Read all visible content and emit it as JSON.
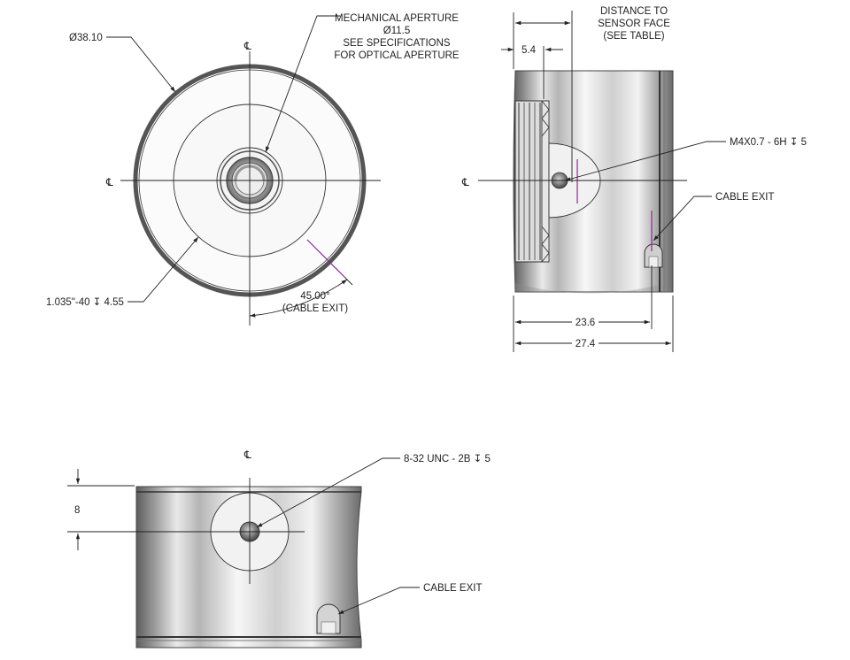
{
  "labels": {
    "diameter_outer": "Ø38.10",
    "mech_aperture_1": "MECHANICAL APERTURE",
    "mech_aperture_2": "Ø11.5",
    "mech_aperture_3": "SEE SPECIFICATIONS",
    "mech_aperture_4": "FOR OPTICAL APERTURE",
    "thread_front": "1.035\"-40  ↧ 4.55",
    "angle_value": "45.00°",
    "angle_note": "(CABLE EXIT)",
    "distance_1": "DISTANCE TO",
    "distance_2": "SENSOR FACE",
    "distance_3": "(SEE TABLE)",
    "dim_5_4": "5.4",
    "thread_m4": "M4X0.7 - 6H  ↧ 5",
    "cable_exit_side": "CABLE EXIT",
    "dim_23_6": "23.6",
    "dim_27_4": "27.4",
    "thread_832": "8-32 UNC - 2B  ↧ 5",
    "dim_8": "8",
    "cable_exit_bottom": "CABLE EXIT",
    "centerline_symbol": "℄"
  },
  "colors": {
    "line": "#222222",
    "metal_dark": "#6e6e6e",
    "metal_light": "#f4f4f4",
    "accent": "#8a2a8a"
  }
}
